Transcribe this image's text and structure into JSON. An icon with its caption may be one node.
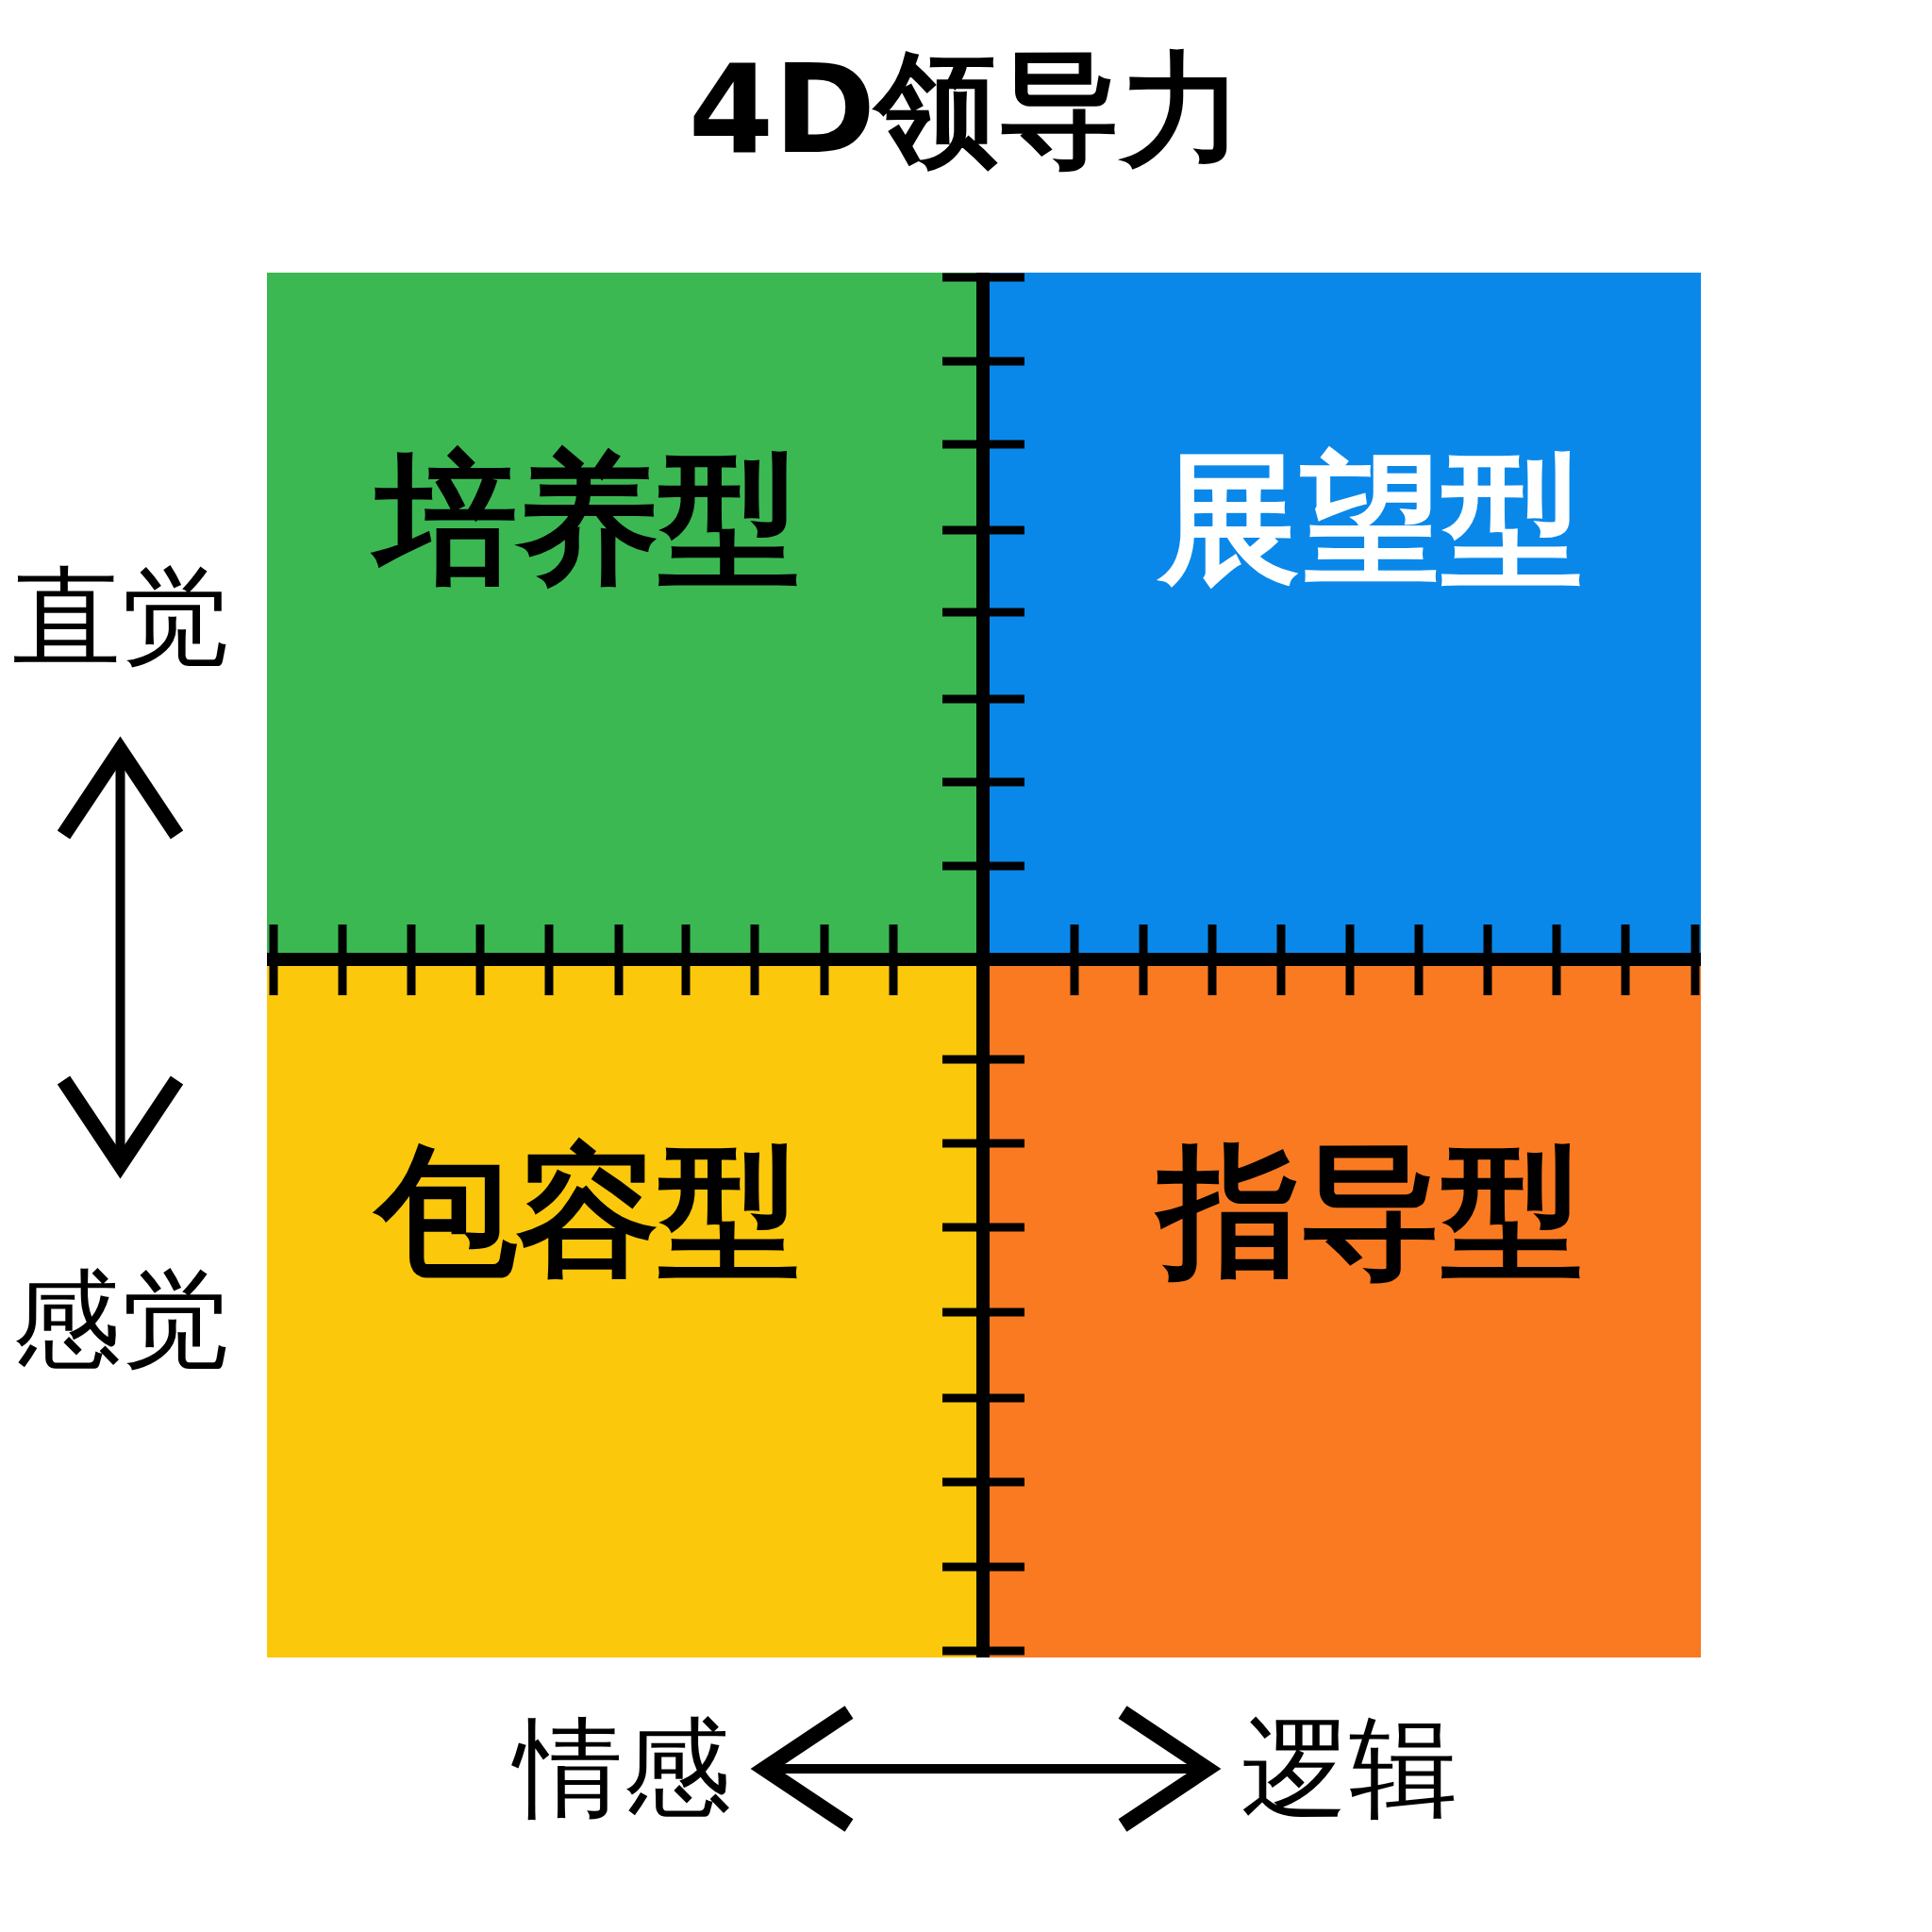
{
  "diagram": {
    "title": "4D领导力",
    "nodes": [
      {
        "text": [
          "培养型"
        ]
      },
      {
        "text": [
          "展望型"
        ]
      },
      {
        "text": [
          "包容型"
        ]
      },
      {
        "text": [
          "指导型"
        ]
      },
      {
        "text": [
          "直觉"
        ]
      },
      {
        "text": [
          "感觉"
        ]
      },
      {
        "text": [
          "情感"
        ]
      },
      {
        "text": [
          "逻辑"
        ]
      }
    ],
    "edges": [
      {
        "from": 4,
        "to": 5,
        "arrow": "both"
      },
      {
        "from": 6,
        "to": 7,
        "arrow": "both"
      }
    ]
  }
}
